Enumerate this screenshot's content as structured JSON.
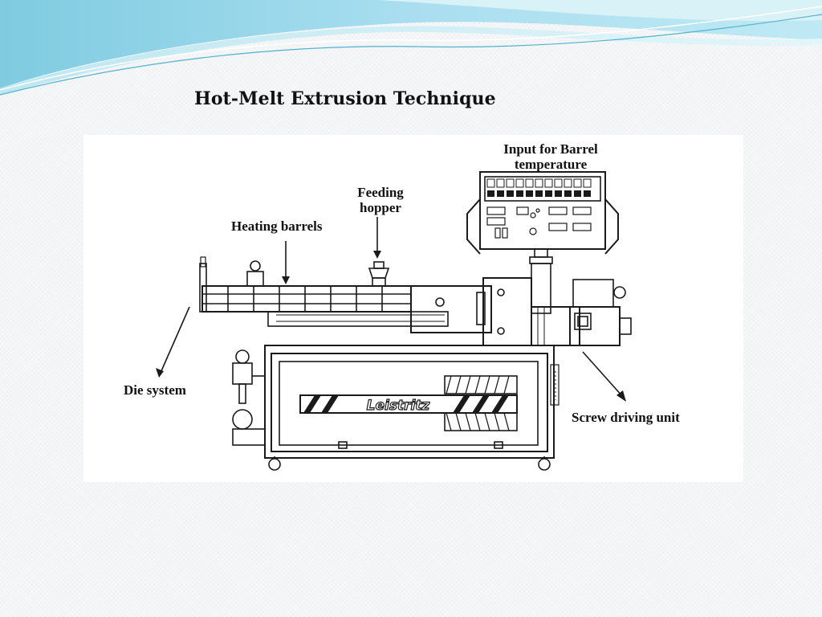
{
  "slide": {
    "title": "Hot-Melt Extrusion Technique"
  },
  "diagram": {
    "labels": {
      "input_barrel_temperature": [
        "Input for Barrel",
        "temperature"
      ],
      "feeding_hopper": [
        "Feeding",
        "hopper"
      ],
      "heating_barrels": "Heating barrels",
      "die_system": "Die system",
      "screw_driving_unit": "Screw driving unit"
    },
    "brand_text": "Leistritz"
  },
  "colors": {
    "header_light": "#cdeef4",
    "header_mid": "#8fd4e3",
    "header_dark": "#4fb3cc",
    "line_art": "#1a1a1a"
  }
}
